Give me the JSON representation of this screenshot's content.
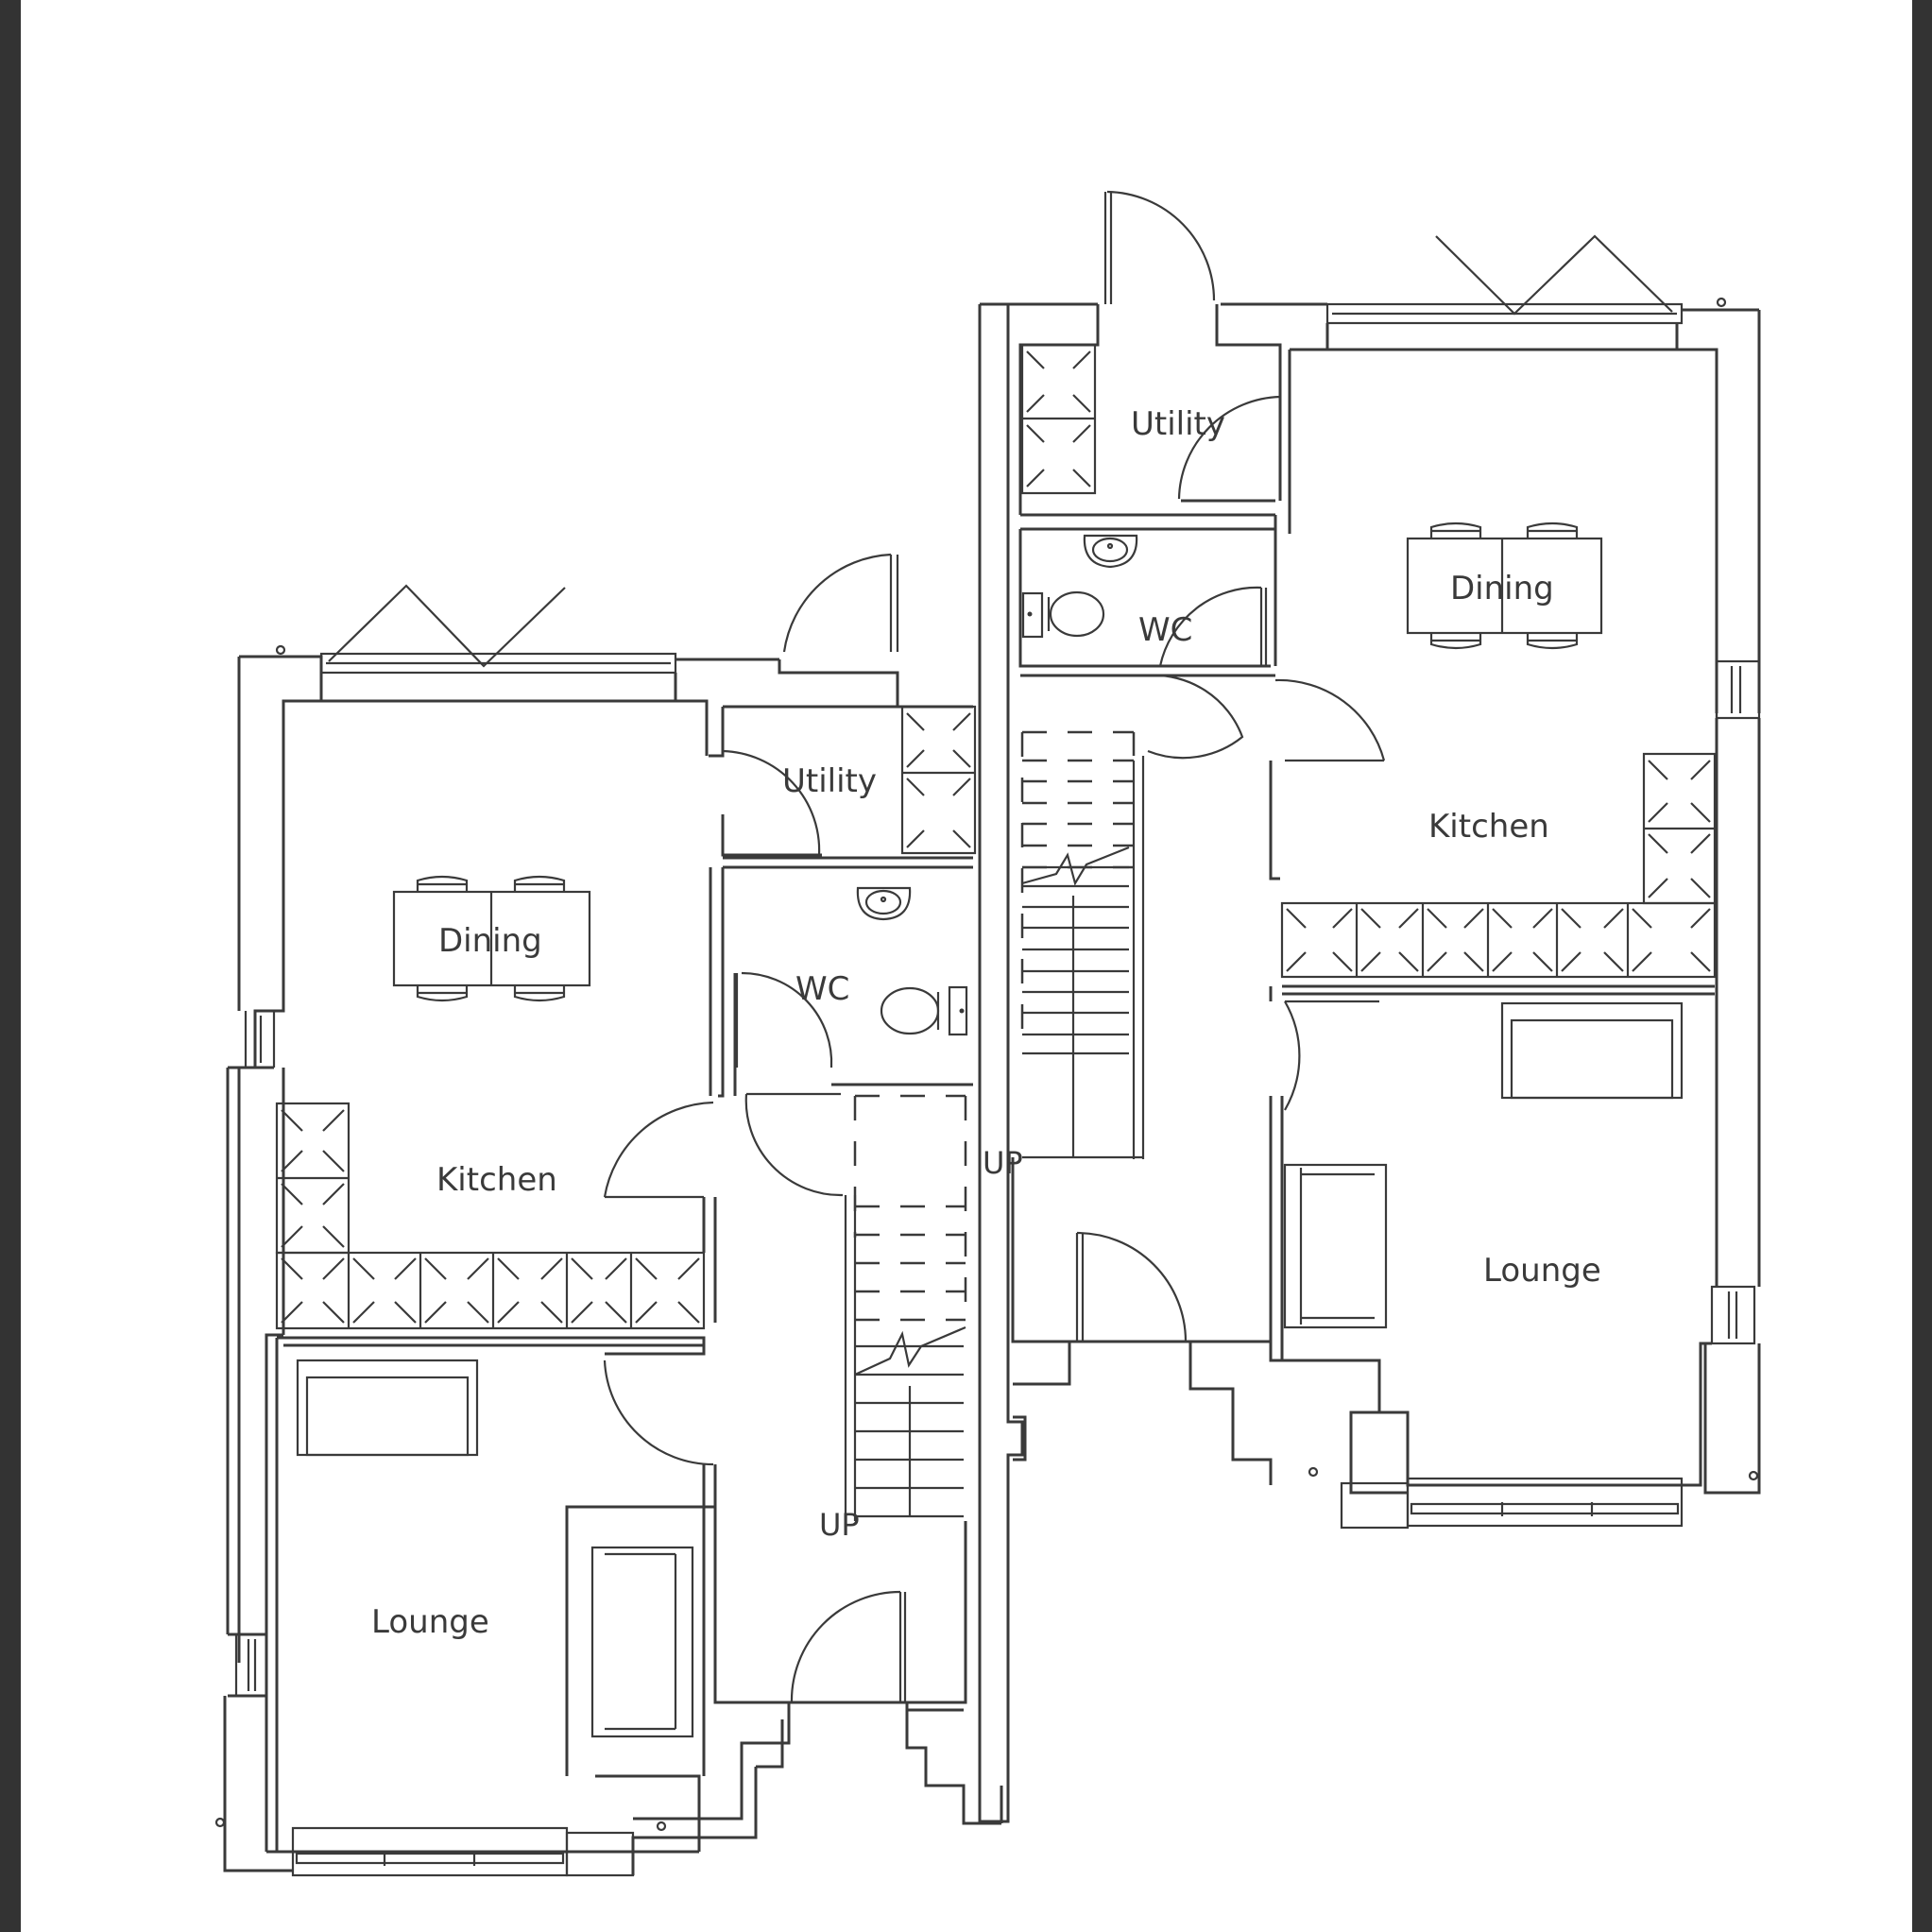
{
  "drawing": {
    "type": "ground floor plan",
    "description": "Pair of semi-detached houses, ground floor",
    "colors": {
      "line": "#3a3a3a",
      "paper": "#ffffff",
      "frame": "#333333"
    }
  },
  "units": [
    {
      "id": "left-house",
      "rooms": [
        {
          "name": "Dining",
          "label": "Dining"
        },
        {
          "name": "Kitchen",
          "label": "Kitchen"
        },
        {
          "name": "Utility",
          "label": "Utility"
        },
        {
          "name": "WC",
          "label": "WC"
        },
        {
          "name": "Lounge",
          "label": "Lounge"
        }
      ],
      "stair_label": "UP",
      "kitchen_units_count": 8,
      "utility_units_count": 2,
      "dining_chairs": 4,
      "sofas": 2,
      "bifold_doors": 1
    },
    {
      "id": "right-house",
      "rooms": [
        {
          "name": "Utility",
          "label": "Utility"
        },
        {
          "name": "Dining",
          "label": "Dining"
        },
        {
          "name": "WC",
          "label": "WC"
        },
        {
          "name": "Kitchen",
          "label": "Kitchen"
        },
        {
          "name": "Lounge",
          "label": "Lounge"
        }
      ],
      "stair_label": "UP",
      "kitchen_units_count": 8,
      "utility_units_count": 2,
      "dining_chairs": 4,
      "sofas": 2,
      "bifold_doors": 1
    }
  ],
  "labels": {
    "left": {
      "dining": "Dining",
      "kitchen": "Kitchen",
      "utility": "Utility",
      "wc": "WC",
      "lounge": "Lounge",
      "up": "UP"
    },
    "right": {
      "dining": "Dining",
      "kitchen": "Kitchen",
      "utility": "Utility",
      "wc": "WC",
      "lounge": "Lounge",
      "up": "UP"
    }
  }
}
